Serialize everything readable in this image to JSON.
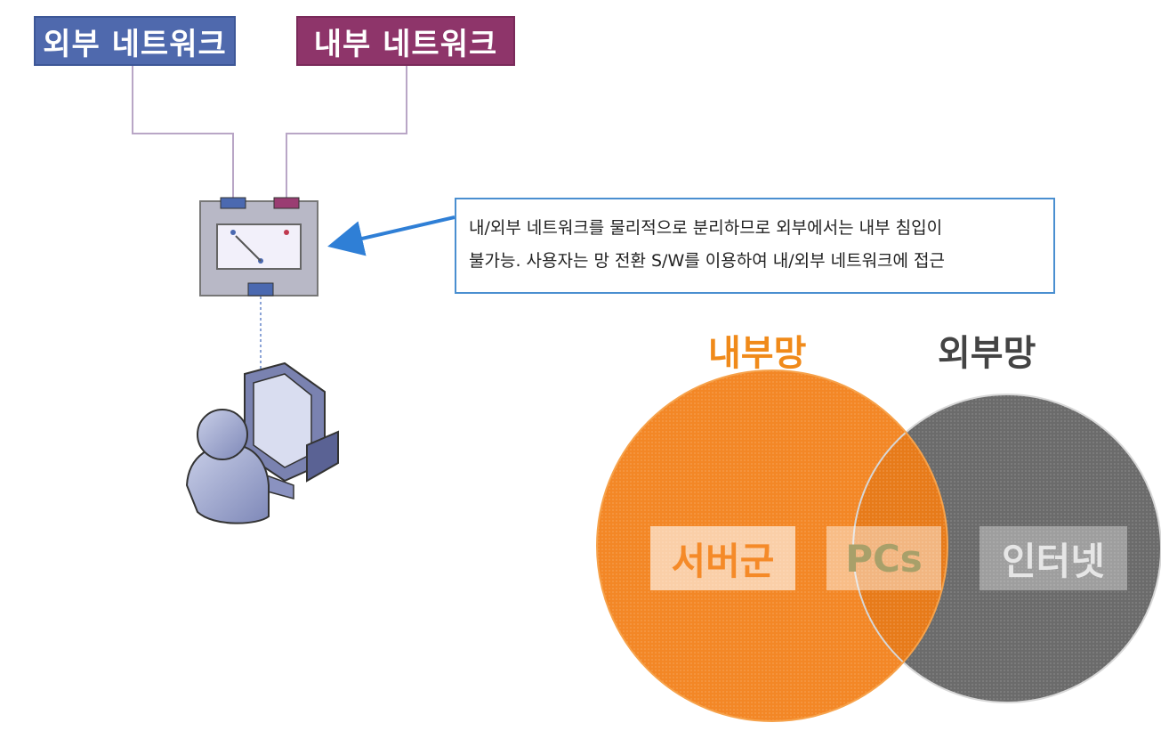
{
  "top": {
    "external_network": "외부 네트워크",
    "internal_network": "내부 네트워크"
  },
  "callout": {
    "line1": "내/외부 네트워크를 물리적으로 분리하므로 외부에서는 내부 침입이",
    "line2": "불가능. 사용자는 망 전환 S/W를 이용하여 내/외부 네트워크에 접근"
  },
  "venn": {
    "internal_title": "내부망",
    "external_title": "외부망",
    "left_label": "서버군",
    "overlap_label": "PCs",
    "right_label": "인터넷"
  },
  "colors": {
    "external": "#4f69ad",
    "internal": "#8e356a",
    "orange": "#f27d14",
    "gray": "#6b6b6b",
    "callout_border": "#4a8fd0"
  }
}
